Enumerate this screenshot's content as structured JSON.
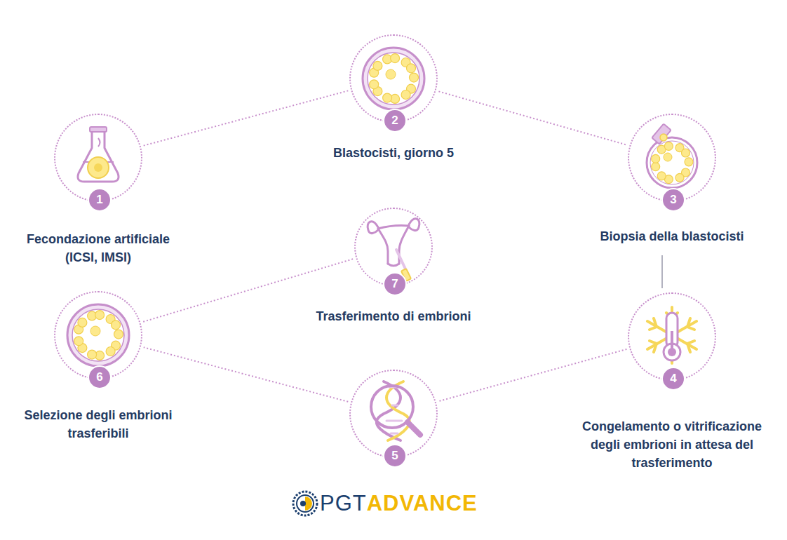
{
  "diagram": {
    "nodes": [
      {
        "text": [
          "1",
          "Fecondazione artificiale (ICSI, IMSI)"
        ]
      },
      {
        "text": [
          "2",
          "Blastocisti, giorno 5"
        ]
      },
      {
        "text": [
          "3",
          "Biopsia della blastocisti"
        ]
      },
      {
        "text": [
          "4",
          "Congelamento o vitrificazione degli embrioni in attesa del trasferimento"
        ]
      },
      {
        "text": [
          "5"
        ]
      },
      {
        "text": [
          "6",
          "Selezione degli embrioni trasferibili"
        ]
      },
      {
        "text": [
          "7",
          "Trasferimento di embrioni"
        ]
      }
    ],
    "edges": [
      {
        "from": 0,
        "to": 1,
        "arrow": "none"
      },
      {
        "from": 1,
        "to": 2,
        "arrow": "none"
      },
      {
        "from": 2,
        "to": 3,
        "arrow": "none"
      },
      {
        "from": 3,
        "to": 4,
        "arrow": "none"
      },
      {
        "from": 4,
        "to": 5,
        "arrow": "none"
      },
      {
        "from": 5,
        "to": 6,
        "arrow": "none"
      }
    ],
    "labels": [
      "PGT",
      "ADVANCE"
    ]
  }
}
